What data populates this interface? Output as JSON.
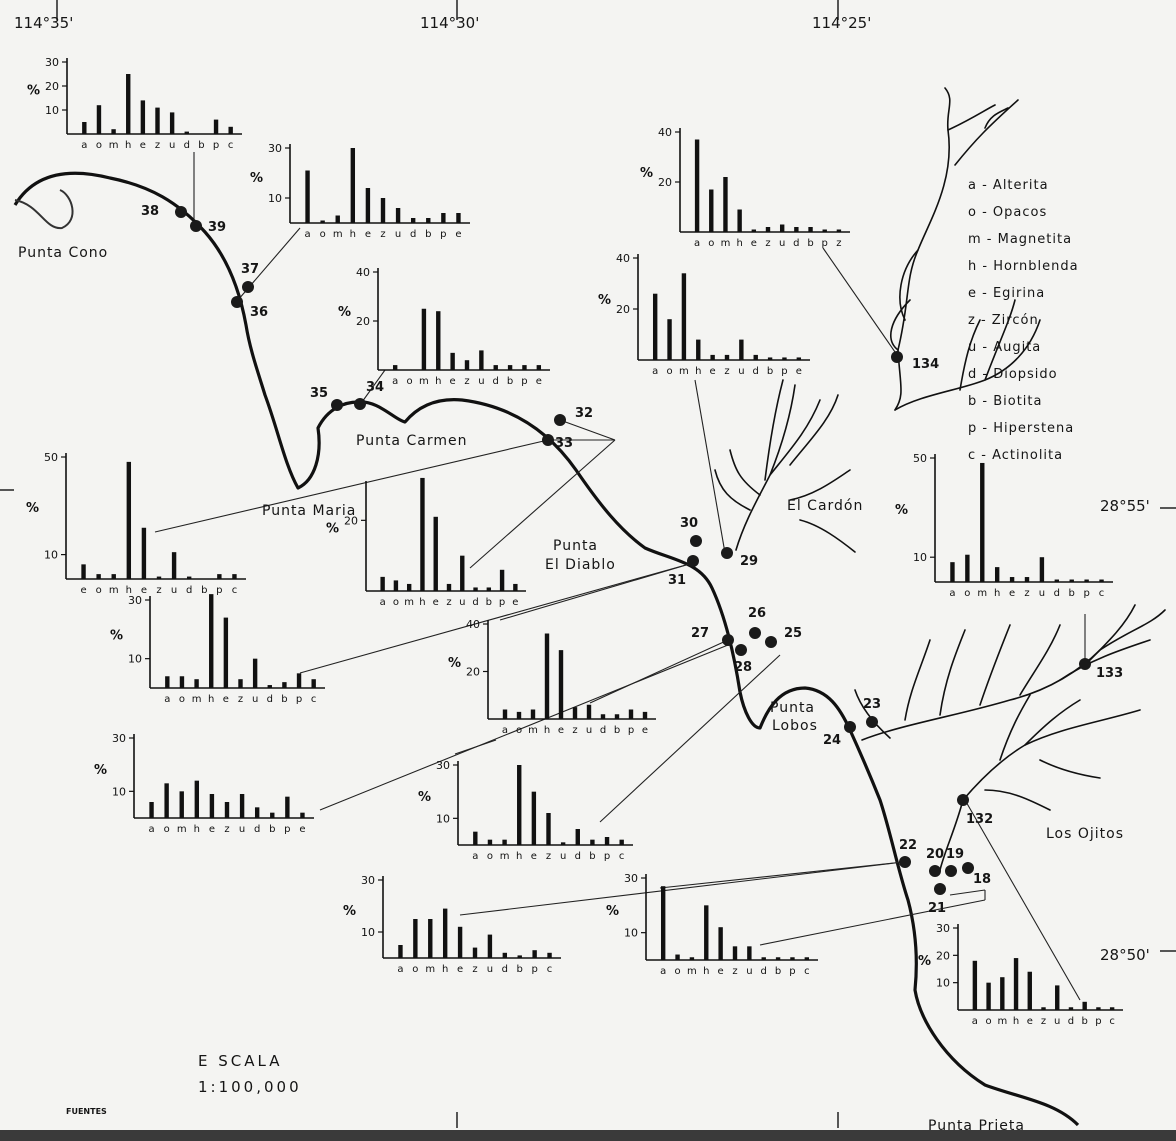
{
  "coordinates": {
    "lon_a": "114°35'",
    "lon_b": "114°30'",
    "lon_c": "114°25'",
    "lat_a": "28°55'",
    "lat_b": "28°50'"
  },
  "places": {
    "punta_cono": "Punta Cono",
    "punta_carmen": "Punta Carmen",
    "punta_maria": "Punta Maria",
    "punta_el_diablo_1": "Punta",
    "punta_el_diablo_2": "El Diablo",
    "el_cardon": "El Cardón",
    "punta_lobos_1": "Punta",
    "punta_lobos_2": "Lobos",
    "los_ojitos": "Los Ojitos",
    "punta_prieta": "Punta Prieta"
  },
  "legend": [
    "a - Alterita",
    "o - Opacos",
    "m - Magnetita",
    "h - Hornblenda",
    "e - Egirina",
    "z - Zircón",
    "u - Augita",
    "d - Diopsido",
    "b - Biotita",
    "p - Hiperstena",
    "c - Actinolita"
  ],
  "scale": {
    "title": "E SCALA",
    "ratio": "1:100,000"
  },
  "source_label": "FUENTES",
  "site_labels": [
    "38",
    "39",
    "37",
    "36",
    "35",
    "34",
    "32",
    "33",
    "30",
    "29",
    "31",
    "26",
    "27",
    "28",
    "25",
    "23",
    "24",
    "133",
    "132",
    "134",
    "22",
    "20",
    "19",
    "18",
    "21"
  ],
  "chart_data": [
    {
      "type": "bar",
      "id": "c39",
      "ylabel": "%",
      "yticks": [
        "10",
        "20",
        "30"
      ],
      "ylim": [
        0,
        30
      ],
      "categories": [
        "a",
        "o",
        "m",
        "h",
        "e",
        "z",
        "u",
        "d",
        "b",
        "p",
        "c"
      ],
      "values": [
        5,
        12,
        2,
        25,
        14,
        11,
        9,
        1,
        0,
        6,
        3
      ]
    },
    {
      "type": "bar",
      "id": "c36",
      "ylabel": "%",
      "yticks": [
        "10",
        "30"
      ],
      "ylim": [
        0,
        30
      ],
      "categories": [
        "a",
        "o",
        "m",
        "h",
        "e",
        "z",
        "u",
        "d",
        "b",
        "p",
        "e"
      ],
      "values": [
        21,
        1,
        3,
        30,
        14,
        10,
        6,
        2,
        2,
        4,
        4
      ]
    },
    {
      "type": "bar",
      "id": "c34",
      "ylabel": "%",
      "yticks": [
        "20",
        "40"
      ],
      "ylim": [
        0,
        40
      ],
      "categories": [
        "a",
        "o",
        "m",
        "h",
        "e",
        "z",
        "u",
        "d",
        "b",
        "p",
        "e"
      ],
      "values": [
        2,
        0,
        25,
        24,
        7,
        4,
        8,
        2,
        2,
        2,
        2
      ]
    },
    {
      "type": "bar",
      "id": "c30",
      "ylabel": "%",
      "yticks": [
        "20",
        "40"
      ],
      "ylim": [
        0,
        40
      ],
      "categories": [
        "a",
        "o",
        "m",
        "h",
        "e",
        "z",
        "u",
        "d",
        "b",
        "p",
        "z"
      ],
      "values": [
        37,
        17,
        22,
        9,
        1,
        2,
        3,
        2,
        2,
        1,
        1
      ]
    },
    {
      "type": "bar",
      "id": "c29",
      "ylabel": "%",
      "yticks": [
        "20",
        "40"
      ],
      "ylim": [
        0,
        40
      ],
      "categories": [
        "a",
        "o",
        "m",
        "h",
        "e",
        "z",
        "u",
        "d",
        "b",
        "p",
        "e"
      ],
      "values": [
        26,
        16,
        34,
        8,
        2,
        2,
        8,
        2,
        1,
        1,
        1
      ]
    },
    {
      "type": "bar",
      "id": "c33",
      "ylabel": "%",
      "yticks": [
        "10",
        "50"
      ],
      "ylim": [
        0,
        50
      ],
      "categories": [
        "e",
        "o",
        "m",
        "h",
        "e",
        "z",
        "u",
        "d",
        "b",
        "p",
        "c"
      ],
      "values": [
        6,
        2,
        2,
        48,
        21,
        1,
        11,
        1,
        0,
        2,
        2
      ]
    },
    {
      "type": "bar",
      "id": "c32",
      "ylabel": "%",
      "yticks": [
        "20"
      ],
      "ylim": [
        0,
        30
      ],
      "categories": [
        "a",
        "o",
        "m",
        "h",
        "e",
        "z",
        "u",
        "d",
        "b",
        "p",
        "e"
      ],
      "values": [
        4,
        3,
        2,
        32,
        21,
        2,
        10,
        1,
        1,
        6,
        2
      ]
    },
    {
      "type": "bar",
      "id": "c31",
      "ylabel": "%",
      "yticks": [
        "10",
        "30"
      ],
      "ylim": [
        0,
        30
      ],
      "categories": [
        "a",
        "o",
        "m",
        "h",
        "e",
        "z",
        "u",
        "d",
        "b",
        "p",
        "c"
      ],
      "values": [
        4,
        4,
        3,
        32,
        24,
        3,
        10,
        1,
        2,
        5,
        3
      ]
    },
    {
      "type": "bar",
      "id": "c27",
      "ylabel": "%",
      "yticks": [
        "20",
        "40"
      ],
      "ylim": [
        0,
        40
      ],
      "categories": [
        "a",
        "o",
        "m",
        "h",
        "e",
        "z",
        "u",
        "d",
        "b",
        "p",
        "e"
      ],
      "values": [
        4,
        3,
        4,
        36,
        29,
        5,
        6,
        2,
        2,
        4,
        3
      ]
    },
    {
      "type": "bar",
      "id": "c133",
      "ylabel": "%",
      "yticks": [
        "10",
        "50"
      ],
      "ylim": [
        0,
        50
      ],
      "categories": [
        "a",
        "o",
        "m",
        "h",
        "e",
        "z",
        "u",
        "d",
        "b",
        "p",
        "c"
      ],
      "values": [
        8,
        11,
        48,
        6,
        2,
        2,
        10,
        1,
        1,
        1,
        1
      ]
    },
    {
      "type": "bar",
      "id": "c28",
      "ylabel": "%",
      "yticks": [
        "10",
        "30"
      ],
      "ylim": [
        0,
        30
      ],
      "categories": [
        "a",
        "o",
        "m",
        "h",
        "e",
        "z",
        "u",
        "d",
        "b",
        "p",
        "e"
      ],
      "values": [
        6,
        13,
        10,
        14,
        9,
        6,
        9,
        4,
        2,
        8,
        2
      ]
    },
    {
      "type": "bar",
      "id": "c25",
      "ylabel": "%",
      "yticks": [
        "10",
        "30"
      ],
      "ylim": [
        0,
        30
      ],
      "categories": [
        "a",
        "o",
        "m",
        "h",
        "e",
        "z",
        "u",
        "d",
        "b",
        "p",
        "c"
      ],
      "values": [
        5,
        2,
        2,
        30,
        20,
        12,
        1,
        6,
        2,
        3,
        2
      ]
    },
    {
      "type": "bar",
      "id": "c22",
      "ylabel": "%",
      "yticks": [
        "10",
        "30"
      ],
      "ylim": [
        0,
        30
      ],
      "categories": [
        "a",
        "o",
        "m",
        "h",
        "e",
        "z",
        "u",
        "d",
        "b",
        "p",
        "c"
      ],
      "values": [
        5,
        15,
        15,
        19,
        12,
        4,
        9,
        2,
        1,
        3,
        2
      ]
    },
    {
      "type": "bar",
      "id": "c20",
      "ylabel": "%",
      "yticks": [
        "10",
        "30"
      ],
      "ylim": [
        0,
        30
      ],
      "categories": [
        "a",
        "o",
        "m",
        "h",
        "e",
        "z",
        "u",
        "d",
        "b",
        "p",
        "c"
      ],
      "values": [
        27,
        2,
        1,
        20,
        12,
        5,
        5,
        1,
        1,
        1,
        1
      ]
    },
    {
      "type": "bar",
      "id": "c132",
      "ylabel": "%",
      "yticks": [
        "10",
        "20",
        "30"
      ],
      "ylim": [
        0,
        30
      ],
      "categories": [
        "a",
        "o",
        "m",
        "h",
        "e",
        "z",
        "u",
        "d",
        "b",
        "p",
        "c"
      ],
      "values": [
        18,
        10,
        12,
        19,
        14,
        1,
        9,
        1,
        3,
        1,
        1
      ]
    }
  ]
}
